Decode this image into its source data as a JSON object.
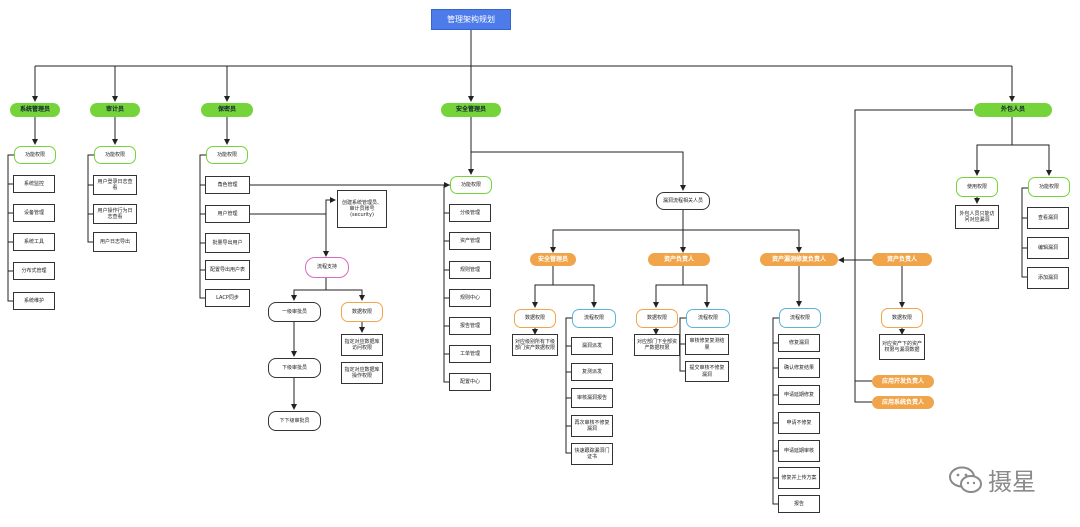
{
  "diagram": {
    "title": "管理架构规划",
    "roles": {
      "sys_admin": "系统管理员",
      "auditor": "审计员",
      "secrecy": "保密员",
      "security": "安全管理员",
      "external": "外包人员"
    },
    "sys_admin": {
      "perm": "功能权限",
      "items": [
        "系统监控",
        "设备管理",
        "系统工具",
        "分布式管理",
        "系统维护"
      ]
    },
    "auditor": {
      "perm": "功能权限",
      "items": [
        "用户登录日志查看",
        "用户操作行为日志查看",
        "用户日志导出"
      ]
    },
    "secrecy": {
      "perm": "功能权限",
      "items": [
        "角色管理",
        "用户管理",
        "批量导出用户",
        "配置导出用户表",
        "LACP同步"
      ],
      "note": "创建系统管理员、审计员账号(security)",
      "process": "流程支持",
      "flow": [
        "一级审批员",
        "下级审批员",
        "下下级审批员"
      ],
      "data_perm": "数据权限",
      "data_items": [
        "指定对应数据库访问权限",
        "指定对应数据库操作权限"
      ]
    },
    "security": {
      "func": "功能权限",
      "func_items": [
        "分级管理",
        "资产管理",
        "规则管理",
        "规则中心",
        "报告管理",
        "工单管理",
        "配置中心"
      ],
      "handler": "漏洞流程相关人员",
      "sub_roles": {
        "sec_mgr": "安全管理员",
        "asset_owner": "资产负责人",
        "vuln_owner": "资产漏洞修复负责人",
        "asset_resp": "资产负责人"
      },
      "sec_mgr": {
        "data_perm": "数据权限",
        "data_text": "对应级别所有下级部门资产数据权限",
        "flow_perm": "流程权限",
        "flow_items": [
          "漏洞派发",
          "复测派发",
          "审核漏洞报告",
          "再次审核不修复漏洞",
          "快速跟踪漏洞门证书"
        ]
      },
      "asset_owner": {
        "data_perm": "数据权限",
        "data_text": "对应部门下全部资产数据权限",
        "flow_perm": "流程权限",
        "flow_items": [
          "审核修复复测结果",
          "提交审核不修复漏洞"
        ]
      },
      "vuln_owner": {
        "flow_perm": "流程权限",
        "flow_items": [
          "修复漏洞",
          "确认修复结果",
          "申请延期修复",
          "申请不修复",
          "申请延期审核",
          "修复并上传方案",
          "报告"
        ]
      },
      "asset_resp": {
        "data_perm": "数据权限",
        "data_text": "对应资产下的资产权限与漏洞数据",
        "extra": [
          "应用开发负责人",
          "应用系统负责人"
        ]
      }
    },
    "external": {
      "use_perm": "使用权限",
      "use_text": "外包人员只能访问对应漏洞",
      "func_perm": "功能权限",
      "func_items": [
        "查看漏洞",
        "编辑漏洞",
        "添加漏洞"
      ]
    }
  },
  "watermark": {
    "logo": "wechat-logo-icon",
    "text": "摄星"
  },
  "colors": {
    "title_blue": "#4d7bea",
    "role_green": "#74d43a",
    "role_orange": "#f0a54a",
    "flow_blue": "#5bb5d8",
    "process_pink": "#d96bc2"
  }
}
